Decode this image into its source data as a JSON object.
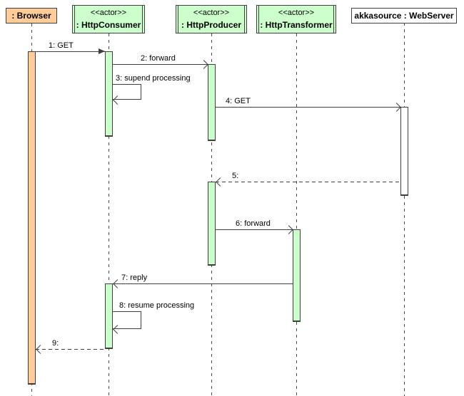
{
  "participants": [
    {
      "name": ": Browser",
      "stereotype": "",
      "fill": "#FFCC99"
    },
    {
      "name": ": HttpConsumer",
      "stereotype": "<<actor>>",
      "fill": "#CCFFCC"
    },
    {
      "name": ": HttpProducer",
      "stereotype": "<<actor>>",
      "fill": "#CCFFCC"
    },
    {
      "name": ": HttpTransformer",
      "stereotype": "<<actor>>",
      "fill": "#CCFFCC"
    },
    {
      "name": "akkasource : WebServer",
      "stereotype": "",
      "fill": "#FFFFFF"
    }
  ],
  "messages": [
    {
      "label": "1: GET",
      "from": ": Browser",
      "to": ": HttpConsumer",
      "line": "solid",
      "arrowhead": "filled",
      "self": false
    },
    {
      "label": "2: forward",
      "from": ": HttpConsumer",
      "to": ": HttpProducer",
      "line": "solid",
      "arrowhead": "open",
      "self": false
    },
    {
      "label": "3: supend processing",
      "from": ": HttpConsumer",
      "to": ": HttpConsumer",
      "line": "solid",
      "arrowhead": "open",
      "self": true
    },
    {
      "label": "4: GET",
      "from": ": HttpProducer",
      "to": "akkasource : WebServer",
      "line": "solid",
      "arrowhead": "open",
      "self": false
    },
    {
      "label": "5:",
      "from": "akkasource : WebServer",
      "to": ": HttpProducer",
      "line": "dashed",
      "arrowhead": "open",
      "self": false
    },
    {
      "label": "6: forward",
      "from": ": HttpProducer",
      "to": ": HttpTransformer",
      "line": "solid",
      "arrowhead": "open",
      "self": false
    },
    {
      "label": "7: reply",
      "from": ": HttpTransformer",
      "to": ": HttpConsumer",
      "line": "solid",
      "arrowhead": "open",
      "self": false
    },
    {
      "label": "8: resume processing",
      "from": ": HttpConsumer",
      "to": ": HttpConsumer",
      "line": "solid",
      "arrowhead": "open",
      "self": true
    },
    {
      "label": "9:",
      "from": ": HttpConsumer",
      "to": ": Browser",
      "line": "dashed",
      "arrowhead": "open",
      "self": false
    }
  ],
  "colors": {
    "browser_fill": "#FFCC99",
    "actor_fill": "#CCFFCC",
    "webserver_fill": "#FFFFFF",
    "line": "#404040",
    "text": "#000000",
    "background": "#FFFFFF"
  }
}
